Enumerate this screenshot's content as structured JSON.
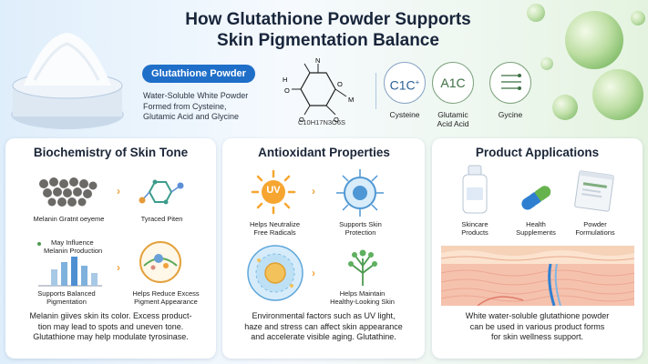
{
  "header": {
    "title_line1": "How Glutathione Powder Supports",
    "title_line2": "Skin Pigmentation Balance",
    "pill": "Glutathione Powder",
    "desc_line1": "Water-Soluble White Powder",
    "desc_line2": "Formed from Cysteine,",
    "desc_line3": "Glutamic Acid and Glycine",
    "formula": "C10H17N3O6S",
    "mol_atoms": {
      "n": "N",
      "m": "M",
      "o": "O",
      "h": "H"
    }
  },
  "amino_acids": [
    {
      "symbol": "C1C",
      "sup": "+",
      "label_1": "Cysteine",
      "label_2": ""
    },
    {
      "symbol": "A1C",
      "sup": "",
      "label_1": "Glutamic",
      "label_2": "Acid Acid"
    },
    {
      "symbol": "",
      "sup": "",
      "label_1": "Gycine",
      "label_2": ""
    }
  ],
  "panel1": {
    "title": "Biochemistry of Skin Tone",
    "item1": "Melanin Gratnt oeyeme",
    "item2": "Tyraced Piten",
    "chart_label_1": "May Influence",
    "chart_label_2": "Melanin Production",
    "item3_1": "Supports Balanced",
    "item3_2": "Pigmentation",
    "item4_1": "Helps Reduce Excess",
    "item4_2": "Pigment Appearance",
    "body_1": "Melanin giives skin its color. Excess product-",
    "body_2": "tion may lead to spots and uneven tone.",
    "body_3": "Glutathione may help modulate tyrosinase."
  },
  "panel2": {
    "title": "Antioxidant Properties",
    "uv": "UV",
    "item1_1": "Helps Neutralize",
    "item1_2": "Free Radicals",
    "item2_1": "Supports Skin",
    "item2_2": "Protection",
    "item3_1": "Helps Maintain",
    "item3_2": "Healthy-Looking Skin",
    "body_1": "Environmental factors such as UV light,",
    "body_2": "haze and stress can affect skin appearance",
    "body_3": "and accelerate visible aging. Glutathine."
  },
  "panel3": {
    "title": "Product Applications",
    "item1_1": "Skincare",
    "item1_2": "Products",
    "item2_1": "Health",
    "item2_2": "Supplements",
    "item3_1": "Powder",
    "item3_2": "Formulations",
    "body_1": "White water-soluble glutathione powder",
    "body_2": "can be used in various product forms",
    "body_3": "for skin wellness support."
  },
  "colors": {
    "accent_blue": "#1f6fc9",
    "arrow_orange": "#f2a23a",
    "uv_orange": "#f6a630",
    "leaf_green": "#4c9a4e",
    "skin_pink": "#f2b7a6"
  },
  "icons": [
    "powder-jar-icon",
    "water-bubble-icon",
    "molecule-icon",
    "arrow-right-icon",
    "melanin-granules-icon",
    "hexagon-network-icon",
    "bar-chart-icon",
    "skin-cell-icon",
    "uv-sun-icon",
    "shield-cell-icon",
    "cell-icon",
    "tree-icon",
    "bottle-icon",
    "capsule-icon",
    "sachet-icon",
    "skin-layers-icon"
  ]
}
